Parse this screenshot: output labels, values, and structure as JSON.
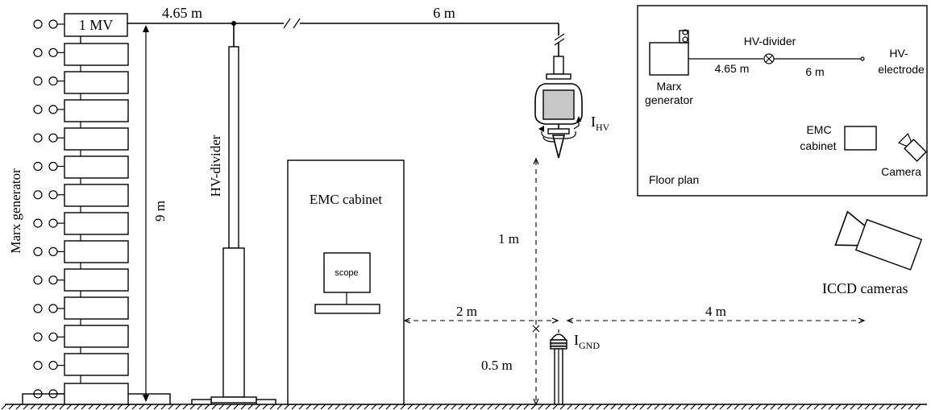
{
  "labels": {
    "marx_top": "1 MV",
    "dist_marx_divider": "4.65 m",
    "dist_divider_electrode": "6 m",
    "marx_generator": "Marx generator",
    "height_9m": "9 m",
    "hv_divider": "HV-divider",
    "emc_cabinet": "EMC cabinet",
    "scope": "scope",
    "i_hv_main": "I",
    "i_hv_sub": "HV",
    "i_gnd_main": "I",
    "i_gnd_sub": "GND",
    "gap_1m": "1 m",
    "gap_05m": "0.5 m",
    "dist_2m": "2 m",
    "dist_4m": "4 m",
    "iccd_cameras": "ICCD cameras"
  },
  "floor_plan": {
    "title": "Floor plan",
    "marx_line1": "Marx",
    "marx_line2": "generator",
    "divider": "HV-divider",
    "dist_a": "4.65 m",
    "dist_b": "6 m",
    "electrode_line1": "HV-",
    "electrode_line2": "electrode",
    "emc_line1": "EMC",
    "emc_line2": "cabinet",
    "camera": "Camera"
  },
  "icons": [
    "marx-capacitor-stage-icon",
    "capacitor-terminal-icon",
    "hv-divider-column-icon",
    "hv-electrode-icon",
    "current-probe-icon",
    "ground-electrode-icon",
    "iccd-camera-icon",
    "oscilloscope-icon",
    "ground-hatch-icon"
  ]
}
